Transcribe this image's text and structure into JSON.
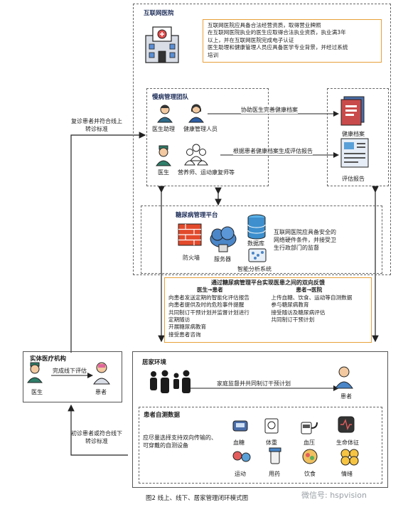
{
  "internet_hospital": {
    "title": "互联网医院",
    "requirements": [
      "互联网医院应具备合法经营资质，取得营业牌照",
      "在互联网医院执业的医生应取得合法执业资质，执业满3年",
      "以上，并在互联网医院完成电子认证",
      "医生助理和健康管理人员应具备医学专业背景，并经过系统",
      "培训"
    ]
  },
  "team": {
    "title": "慢病管理团队",
    "assistant": "医生助理",
    "health_manager": "健康管理人员",
    "doctor": "医生",
    "nutritionist": "营养师、运动康复师等",
    "arrow_records": "协助医生完善健康档案",
    "arrow_report": "根据患者健康档案生成评估报告"
  },
  "outputs": {
    "health_record": "健康档案",
    "assessment_report": "评估报告"
  },
  "platform": {
    "title": "糖尿病管理平台",
    "firewall": "防火墙",
    "server": "服务器",
    "database": "数据库",
    "analysis": "智能分析系统",
    "security_note": [
      "互联网医院应具备安全的",
      "网络硬件条件，并接受卫",
      "生行政部门的监督"
    ]
  },
  "feedback": {
    "title": "通过糖尿病管理平台实现医患之间的双向反馈",
    "left_header": "医生→患者",
    "left_items": [
      "向患者发送定期的智能化评估报告",
      "向患者提供及时的危险事件提醒",
      "共同制订干预计划并监督计划进行",
      "定期随访",
      "开展糖尿病教育",
      "接受患者咨询"
    ],
    "right_header": "患者→医院",
    "right_items": [
      "上传血糖、饮食、运动等自测数据",
      "参与糖尿病教育",
      "接受随访及糖尿病评估",
      "共同制订干预计划"
    ]
  },
  "physical": {
    "title": "实体医疗机构",
    "doctor": "医生",
    "patient": "患者",
    "arrow": "完成线下评估"
  },
  "home": {
    "title": "居家环境",
    "arrow": "家庭监督并共同制订干预计划",
    "patient": "患者",
    "self_test_title": "患者自测数据",
    "self_test_desc": [
      "应尽量选择支持双向传输的、",
      "可穿戴的自测设备"
    ],
    "metrics": [
      "血糖",
      "体重",
      "血压",
      "生命体征",
      "运动",
      "用药",
      "饮食",
      "情绪"
    ]
  },
  "side_labels": {
    "online": [
      "复诊患者并符合线上",
      "转诊标准"
    ],
    "offline": [
      "初诊患者或符合线下",
      "转诊标准"
    ]
  },
  "caption": "图2  线上、线下、居家管理闭环模式图",
  "watermark": "微信号: hspvision",
  "colors": {
    "orange_border": "#e8a03a",
    "navy": "#1f3a6a",
    "dash": "#666666"
  }
}
